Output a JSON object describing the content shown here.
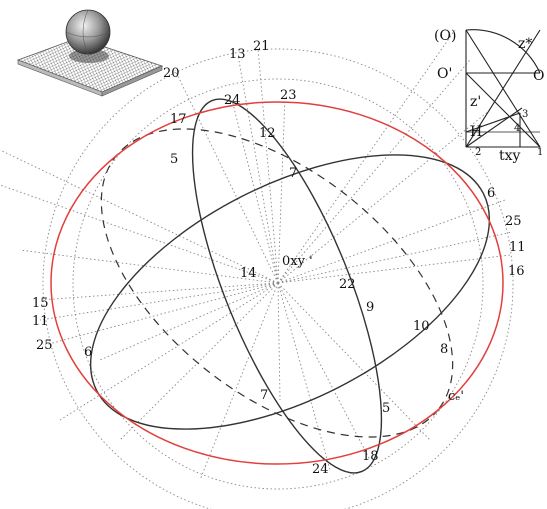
{
  "labels": {
    "n20": "20",
    "n13": "13",
    "n21": "21",
    "n24_top": "24",
    "n23": "23",
    "n17": "17",
    "n12": "12",
    "n5_left": "5",
    "n7_top": "7",
    "n6_right": "6",
    "n25_right": "25",
    "n11_right": "11",
    "n16": "16",
    "n14": "14",
    "center": "0xy '",
    "n22": "22",
    "n15": "15",
    "n11_left": "11",
    "n9": "9",
    "n10": "10",
    "n25_left": "25",
    "n6_left": "6",
    "n8": "8",
    "n7_bottom": "7",
    "n5_bottom": "5",
    "ce": "cₑ'",
    "n24_bottom": "24",
    "n18": "18"
  },
  "inset": {
    "O_paren": "(O)",
    "z_star": "z*",
    "O_prime": "O'",
    "O": "O",
    "z_prime": "z'",
    "H": "H",
    "i2": "2",
    "i3": "3",
    "i4": "4",
    "i1": "1",
    "txy": "txy"
  },
  "colors": {
    "ellipse": "#333333",
    "red_ellipse": "#e2403c",
    "dotted": "#888888"
  }
}
